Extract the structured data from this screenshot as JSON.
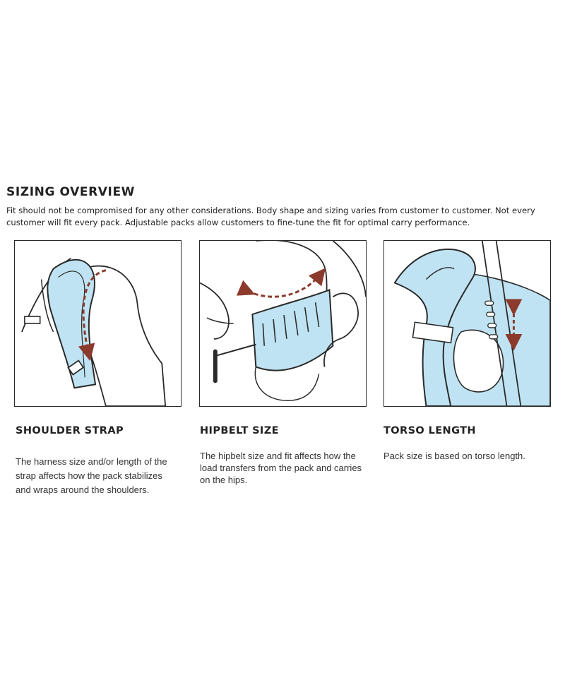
{
  "overview": {
    "title": "SIZING OVERVIEW",
    "text": "Fit should not be compromised for any other considerations. Body shape and sizing varies from customer to customer. Not every customer will fit every pack. Adjustable packs allow customers to fine-tune the fit for optimal carry performance."
  },
  "colors": {
    "strap_fill": "#bfe3f2",
    "line": "#2a2a2a",
    "arrow": "#8b3a2b"
  },
  "sections": [
    {
      "heading": "SHOULDER STRAP",
      "text": "The harness size and/or length of the strap affects how the pack stabilizes and wraps around the shoulders.",
      "illustration_icon": "shoulder-strap-illustration"
    },
    {
      "heading": "HIPBELT SIZE",
      "text": "The hipbelt size and fit affects how the load transfers from the pack and carries on the hips.",
      "illustration_icon": "hipbelt-illustration"
    },
    {
      "heading": "TORSO LENGTH",
      "text": "Pack size is based on torso length.",
      "illustration_icon": "torso-length-illustration"
    }
  ]
}
